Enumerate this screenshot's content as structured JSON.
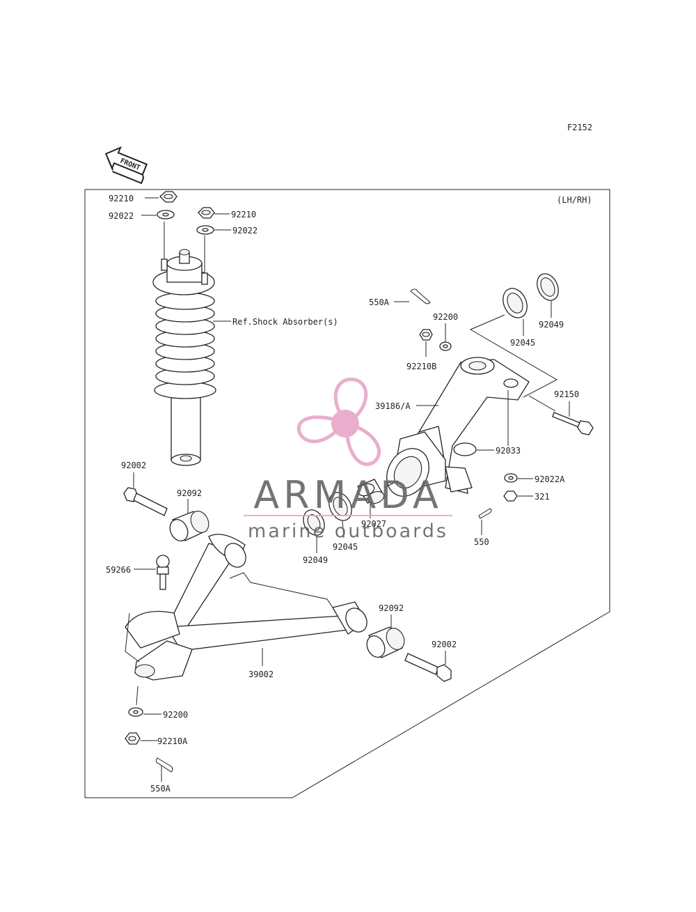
{
  "figure_code": "F2152",
  "front_label": "FRONT",
  "side_note": "(LH/RH)",
  "labels": {
    "nut_92210_a": "92210",
    "washer_92022_a": "92022",
    "nut_92210_b": "92210",
    "washer_92022_b": "92022",
    "ref_shock": "Ref.Shock Absorber(s)",
    "pin_550a_top": "550A",
    "washer_92200_top": "92200",
    "nut_92210b": "92210B",
    "seal_92045_top": "92045",
    "seal_92049_top": "92049",
    "knuckle_39186a": "39186/A",
    "bolt_92150": "92150",
    "ring_92033": "92033",
    "washer_92022a": "92022A",
    "nut_321": "321",
    "pin_550": "550",
    "bolt_92002_left": "92002",
    "bushing_92092_left": "92092",
    "sleeve_92027": "92027",
    "seal_92045_bottom": "92045",
    "seal_92049_bottom": "92049",
    "balljoint_59266": "59266",
    "bushing_92092_right": "92092",
    "bolt_92002_right": "92002",
    "arm_39002": "39002",
    "washer_92200_bottom": "92200",
    "nut_92210a": "92210A",
    "pin_550a_bottom": "550A"
  },
  "watermark": {
    "brand": "ARMADA",
    "tagline": "marine outboards",
    "logo_icon": "propeller-icon",
    "logo_color": "#e8a6c8",
    "text_color": "#666666"
  }
}
